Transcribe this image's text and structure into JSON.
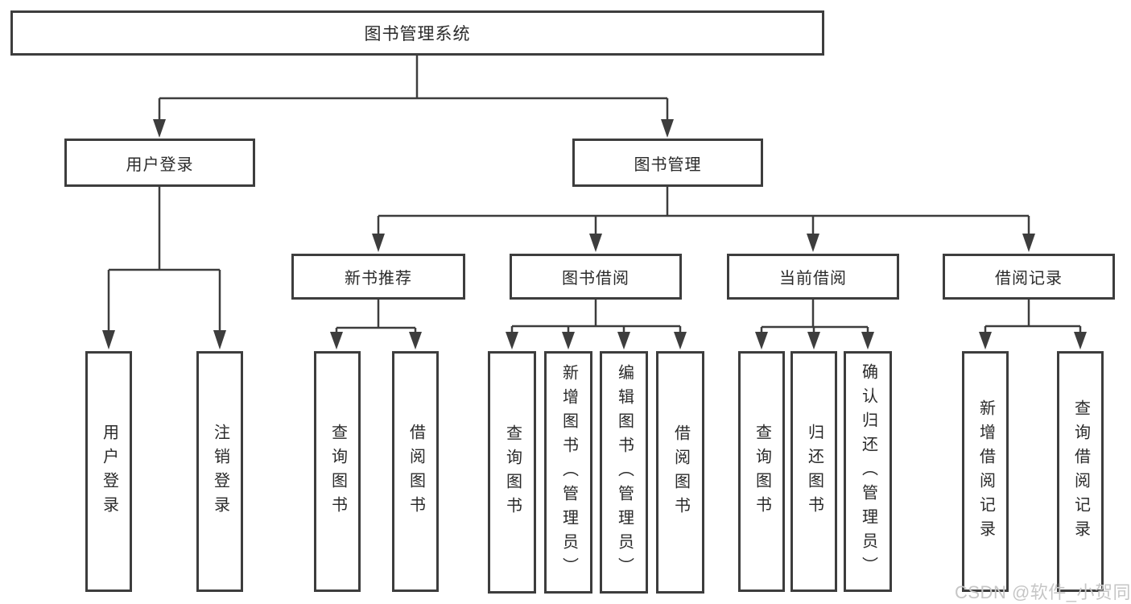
{
  "nodes": {
    "root": "图书管理系统",
    "user_login": "用户登录",
    "book_mgmt": "图书管理",
    "new_book": "新书推荐",
    "book_borrow": "图书借阅",
    "current_borrow": "当前借阅",
    "borrow_record": "借阅记录",
    "leaves_user": [
      "用户登录",
      "注销登录"
    ],
    "leaves_new_book": [
      "查询图书",
      "借阅图书"
    ],
    "leaves_book_borrow": [
      "查询图书",
      "新增图书（管理员）",
      "编辑图书（管理员）",
      "借阅图书"
    ],
    "leaves_current": [
      "查询图书",
      "归还图书",
      "确认归还（管理员）"
    ],
    "leaves_record": [
      "新增借阅记录",
      "查询借阅记录"
    ]
  },
  "watermark": "CSDN @软件_小贺同学",
  "colors": {
    "line": "#3d3d3d",
    "box_border": "#3d3d3d",
    "text": "#2a2a2a",
    "watermark": "#c6c6c6",
    "background": "#ffffff"
  }
}
